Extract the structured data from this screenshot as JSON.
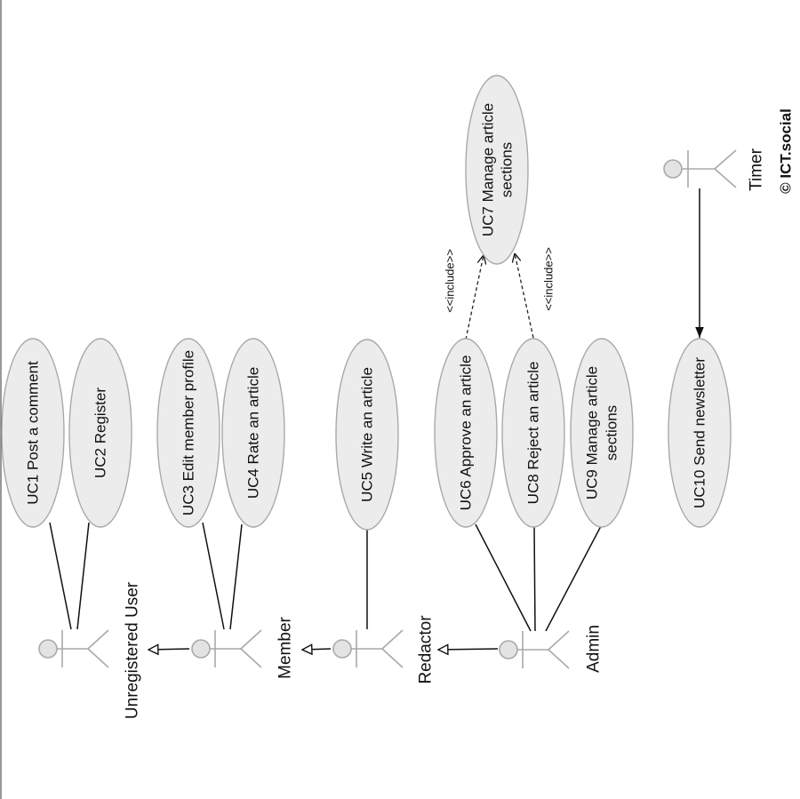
{
  "diagram": {
    "use_cases": {
      "uc1": "UC1 Post a comment",
      "uc2": "UC2 Register",
      "uc3": "UC3 Edit member profile",
      "uc4": "UC4 Rate an article",
      "uc5": "UC5 Write an article",
      "uc6": "UC6 Approve an article",
      "uc7_line1": "UC7 Manage article",
      "uc7_line2": "sections",
      "uc8": "UC8 Reject an article",
      "uc9_line1": "UC9 Manage article",
      "uc9_line2": "sections",
      "uc10": "UC10 Send newsletter"
    },
    "actors": {
      "unregistered": "Unregistered User",
      "member": "Member",
      "redactor": "Redactor",
      "admin": "Admin",
      "timer": "Timer"
    },
    "include_label": "<<include>>",
    "copyright": "© ICT.social"
  },
  "colors": {
    "use_case_fill": "#ececec",
    "use_case_stroke": "#a9a9a9",
    "line": "#111111"
  }
}
